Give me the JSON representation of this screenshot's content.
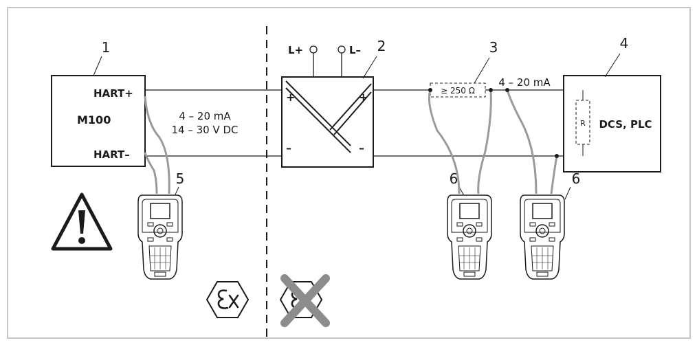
{
  "callouts": [
    "1",
    "2",
    "3",
    "4",
    "5",
    "6",
    "6"
  ],
  "transmitter": {
    "model": "M100",
    "hart_plus": "HART+",
    "hart_minus": "HART–"
  },
  "loop": {
    "current": "4 – 20 mA",
    "voltage": "14 – 30 V DC",
    "current_right": "4 – 20 mA"
  },
  "barrier": {
    "supply_plus": "L+",
    "supply_minus": "L–",
    "in_plus": "+",
    "in_minus": "–",
    "out_plus": "+",
    "out_minus": "–"
  },
  "resistor": {
    "label": "≥ 250 Ω"
  },
  "controller": {
    "label": "DCS, PLC",
    "resistor_label": "R"
  },
  "symbols": {
    "warning": "warning-triangle-icon",
    "ex_zone": "ex-hazardous-area-icon",
    "ex_crossed": "ex-crossed-out-icon",
    "communicator": "hart-handheld-communicator-icon"
  },
  "colors": {
    "frame": "#c8c8c8",
    "line": "#1a1a1a",
    "cable": "#9a9a9a",
    "cross": "#8c8c8c"
  }
}
